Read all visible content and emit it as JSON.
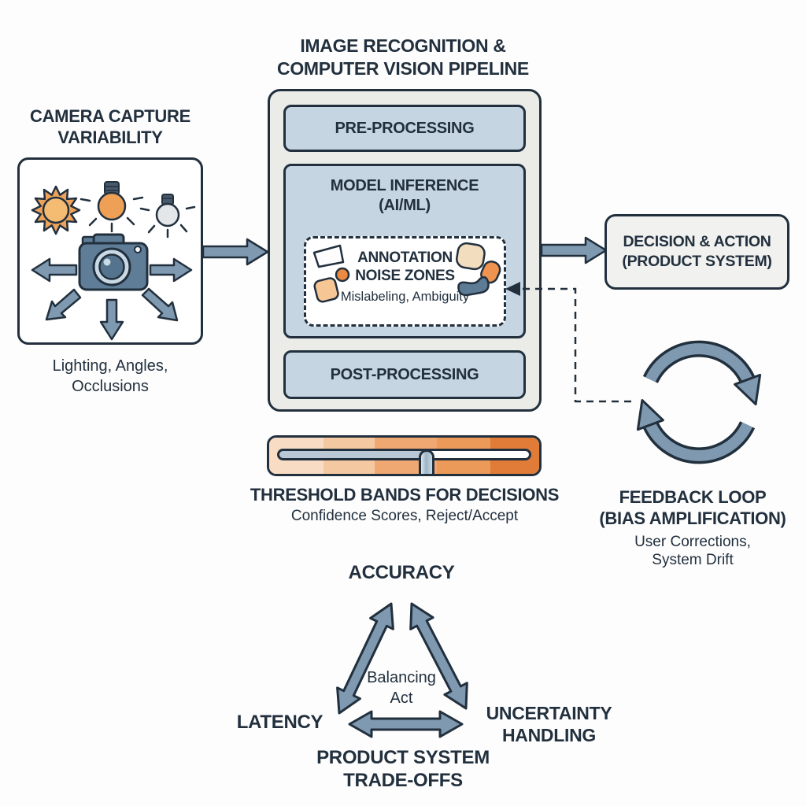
{
  "colors": {
    "ink": "#22303e",
    "slate_arrow": "#7e99b0",
    "stage_fill": "#c6d5e2",
    "panel_fill": "#ebece8",
    "decision_fill": "#f1f1ef",
    "orange_bands": [
      "#f8dcc4",
      "#f4c9a2",
      "#f0a873",
      "#ec9a5a",
      "#e07b38"
    ],
    "track_left": "#b9c8d4",
    "track_right": "#ffffff"
  },
  "title": {
    "line1": "IMAGE RECOGNITION &",
    "line2": "COMPUTER VISION PIPELINE"
  },
  "camera_section": {
    "heading_line1": "CAMERA CAPTURE",
    "heading_line2": "VARIABILITY",
    "caption_line1": "Lighting, Angles,",
    "caption_line2": "Occlusions",
    "icons": [
      "sun-icon",
      "bulb-bright-icon",
      "bulb-dim-icon",
      "camera-icon",
      "scatter-arrow-icons"
    ]
  },
  "pipeline": {
    "stages": [
      {
        "label": "PRE-PROCESSING"
      },
      {
        "label_line1": "MODEL INFERENCE",
        "label_line2": "(AI/ML)"
      },
      {
        "label": "POST-PROCESSING"
      }
    ],
    "annotation_zone": {
      "title_line1": "ANNOTATION",
      "title_line2": "NOISE ZONES",
      "caption": "Mislabeling, Ambiguity",
      "icons": [
        "noise-blobs-left",
        "noise-blobs-right"
      ]
    }
  },
  "decision": {
    "line1": "DECISION & ACTION",
    "line2": "(PRODUCT SYSTEM)"
  },
  "threshold": {
    "heading": "THRESHOLD BANDS FOR DECISIONS",
    "caption": "Confidence Scores, Reject/Accept",
    "handle_position_pct": 59
  },
  "feedback": {
    "title_line1": "FEEDBACK LOOP",
    "title_line2": "(BIAS AMPLIFICATION)",
    "caption_line1": "User Corrections,",
    "caption_line2": "System Drift",
    "icon": "cycle-arrows-icon"
  },
  "tradeoffs": {
    "top": "ACCURACY",
    "left": "LATENCY",
    "right_line1": "UNCERTAINTY",
    "right_line2": "HANDLING",
    "center_line1": "Balancing",
    "center_line2": "Act",
    "bottom_line1": "PRODUCT SYSTEM",
    "bottom_line2": "TRADE-OFFS"
  }
}
